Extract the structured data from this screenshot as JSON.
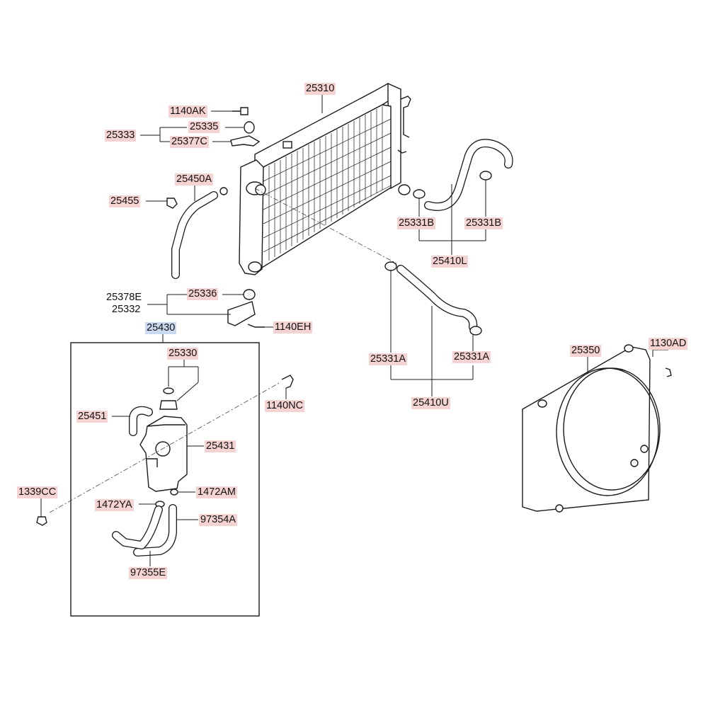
{
  "labels": {
    "p25310": "25310",
    "p1140AK": "1140AK",
    "p25333": "25333",
    "p25335": "25335",
    "p25377C": "25377C",
    "p25450A": "25450A",
    "p25455": "25455",
    "p25331B_left": "25331B",
    "p25331B_right": "25331B",
    "p25410L": "25410L",
    "p25378E": "25378E",
    "p25332": "25332",
    "p25336": "25336",
    "p1140EH": "1140EH",
    "p25430": "25430",
    "p25330": "25330",
    "p1140NC": "1140NC",
    "p25451": "25451",
    "p25431": "25431",
    "p25331A_left": "25331A",
    "p25331A_right": "25331A",
    "p25410U": "25410U",
    "p25350": "25350",
    "p1130AD": "1130AD",
    "p1339CC": "1339CC",
    "p1472AM": "1472AM",
    "p1472YA": "1472YA",
    "p97354A": "97354A",
    "p97355E": "97355E"
  },
  "colors": {
    "label_highlight": "#f6d3d3",
    "selected_highlight": "#c9d9f1",
    "line": "#1a1a1a"
  }
}
